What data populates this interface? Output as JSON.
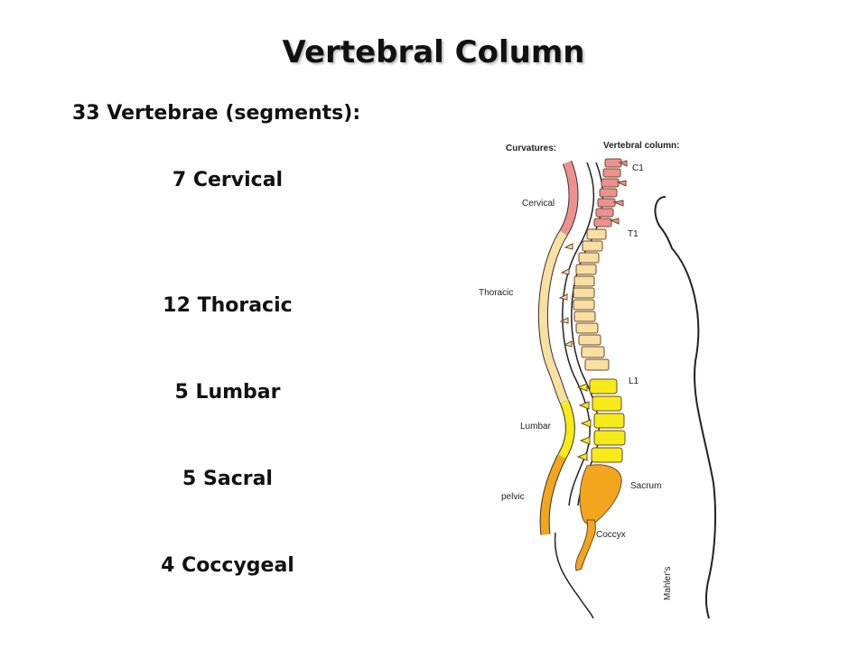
{
  "slide": {
    "title": "Vertebral Column",
    "subtitle": "33 Vertebrae (segments):",
    "segments": [
      "7 Cervical",
      "12 Thoracic",
      "5 Lumbar",
      "5 Sacral",
      "4 Coccygeal"
    ]
  },
  "figure": {
    "curvatures_heading": "Curvatures:",
    "column_heading": "Vertebral column:",
    "curvature_labels": [
      "Cervical",
      "Thoracic",
      "Lumbar",
      "pelvic"
    ],
    "column_labels": [
      "C1",
      "T1",
      "L1",
      "Sacrum",
      "Coccyx"
    ],
    "signature": "Mahler's",
    "colors": {
      "cervical": "#ef9090",
      "thoracic": "#f9dfa0",
      "lumbar": "#f6ea18",
      "sacral": "#f3a51d",
      "outline": "#333333"
    }
  }
}
